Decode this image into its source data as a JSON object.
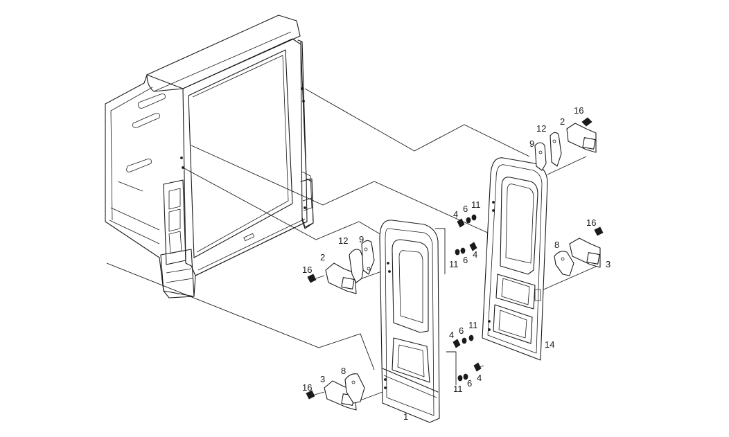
{
  "callouts": {
    "c1": "1",
    "c2a": "2",
    "c2b": "2",
    "c3a": "3",
    "c3b": "3",
    "c4a": "4",
    "c4b": "4",
    "c4c": "4",
    "c4d": "4",
    "c6a": "6",
    "c6b": "6",
    "c6c": "6",
    "c6d": "6",
    "c8a": "8",
    "c8b": "8",
    "c9a": "9",
    "c9b": "9",
    "c11a": "11",
    "c11b": "11",
    "c11c": "11",
    "c11d": "11",
    "c12a": "12",
    "c12b": "12",
    "c14": "14",
    "c16a": "16",
    "c16b": "16",
    "c16c": "16",
    "c16d": "16"
  }
}
